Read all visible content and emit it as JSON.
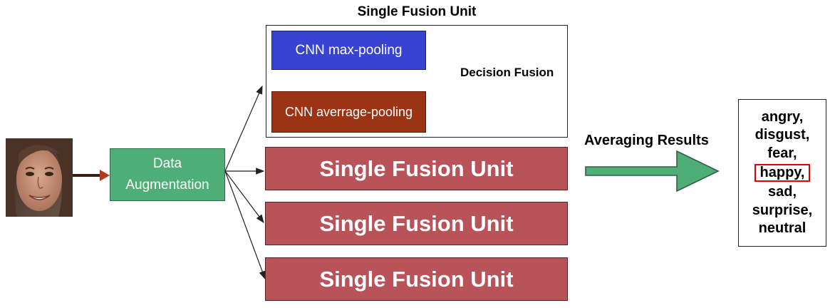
{
  "augmentation": {
    "line1": "Data",
    "line2": "Augmentation"
  },
  "fusion_unit_detail": {
    "title": "Single Fusion Unit",
    "cnn_max": "CNN max-pooling",
    "cnn_avg": "CNN averrage-pooling",
    "fusion": "Decision Fusion"
  },
  "fusion_units": [
    "Single Fusion Unit",
    "Single Fusion Unit",
    "Single Fusion Unit"
  ],
  "averaging": "Averaging Results",
  "emotions": [
    "angry,",
    "disgust,",
    "fear,",
    "happy,",
    "sad,",
    "surprise,",
    "neutral"
  ],
  "colors": {
    "augmentation": "#4fae77",
    "cnn_max": "#3843d2",
    "cnn_avg": "#9c3313",
    "fusion_unit": "#b75359",
    "averaging_arrow": "#4fae77",
    "highlight": "#e00000"
  },
  "icons": {
    "input_face": "face-photo-icon"
  }
}
